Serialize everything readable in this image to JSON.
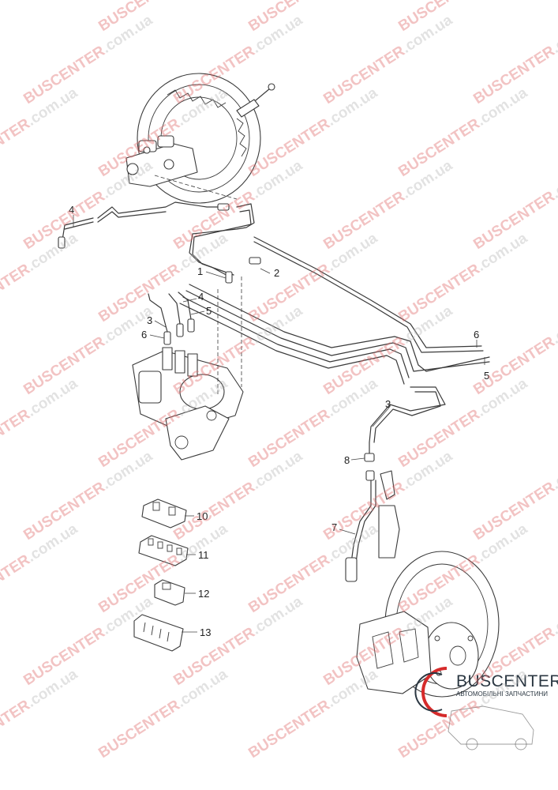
{
  "diagram": {
    "callouts": [
      {
        "id": "c1",
        "label": "1"
      },
      {
        "id": "c2",
        "label": "2"
      },
      {
        "id": "c3a",
        "label": "3"
      },
      {
        "id": "c3b",
        "label": "3"
      },
      {
        "id": "c4a",
        "label": "4"
      },
      {
        "id": "c4b",
        "label": "4"
      },
      {
        "id": "c5a",
        "label": "5"
      },
      {
        "id": "c5b",
        "label": "5"
      },
      {
        "id": "c6a",
        "label": "6"
      },
      {
        "id": "c6b",
        "label": "6"
      },
      {
        "id": "c7",
        "label": "7"
      },
      {
        "id": "c8",
        "label": "8"
      },
      {
        "id": "c10",
        "label": "10"
      },
      {
        "id": "c11",
        "label": "11"
      },
      {
        "id": "c12",
        "label": "12"
      },
      {
        "id": "c13",
        "label": "13"
      }
    ]
  },
  "watermark": {
    "text": "BUSCENTER.com.ua",
    "color_red": "#e06a6a",
    "color_gray": "#b9b9b9",
    "opacity": 0.4
  },
  "brand": {
    "name": "BUSCENTER",
    "tagline": "АВТОМОБІЛЬНІ ЗАПЧАСТИНИ",
    "accent_color": "#d62b2b",
    "text_color": "#2b3742"
  }
}
